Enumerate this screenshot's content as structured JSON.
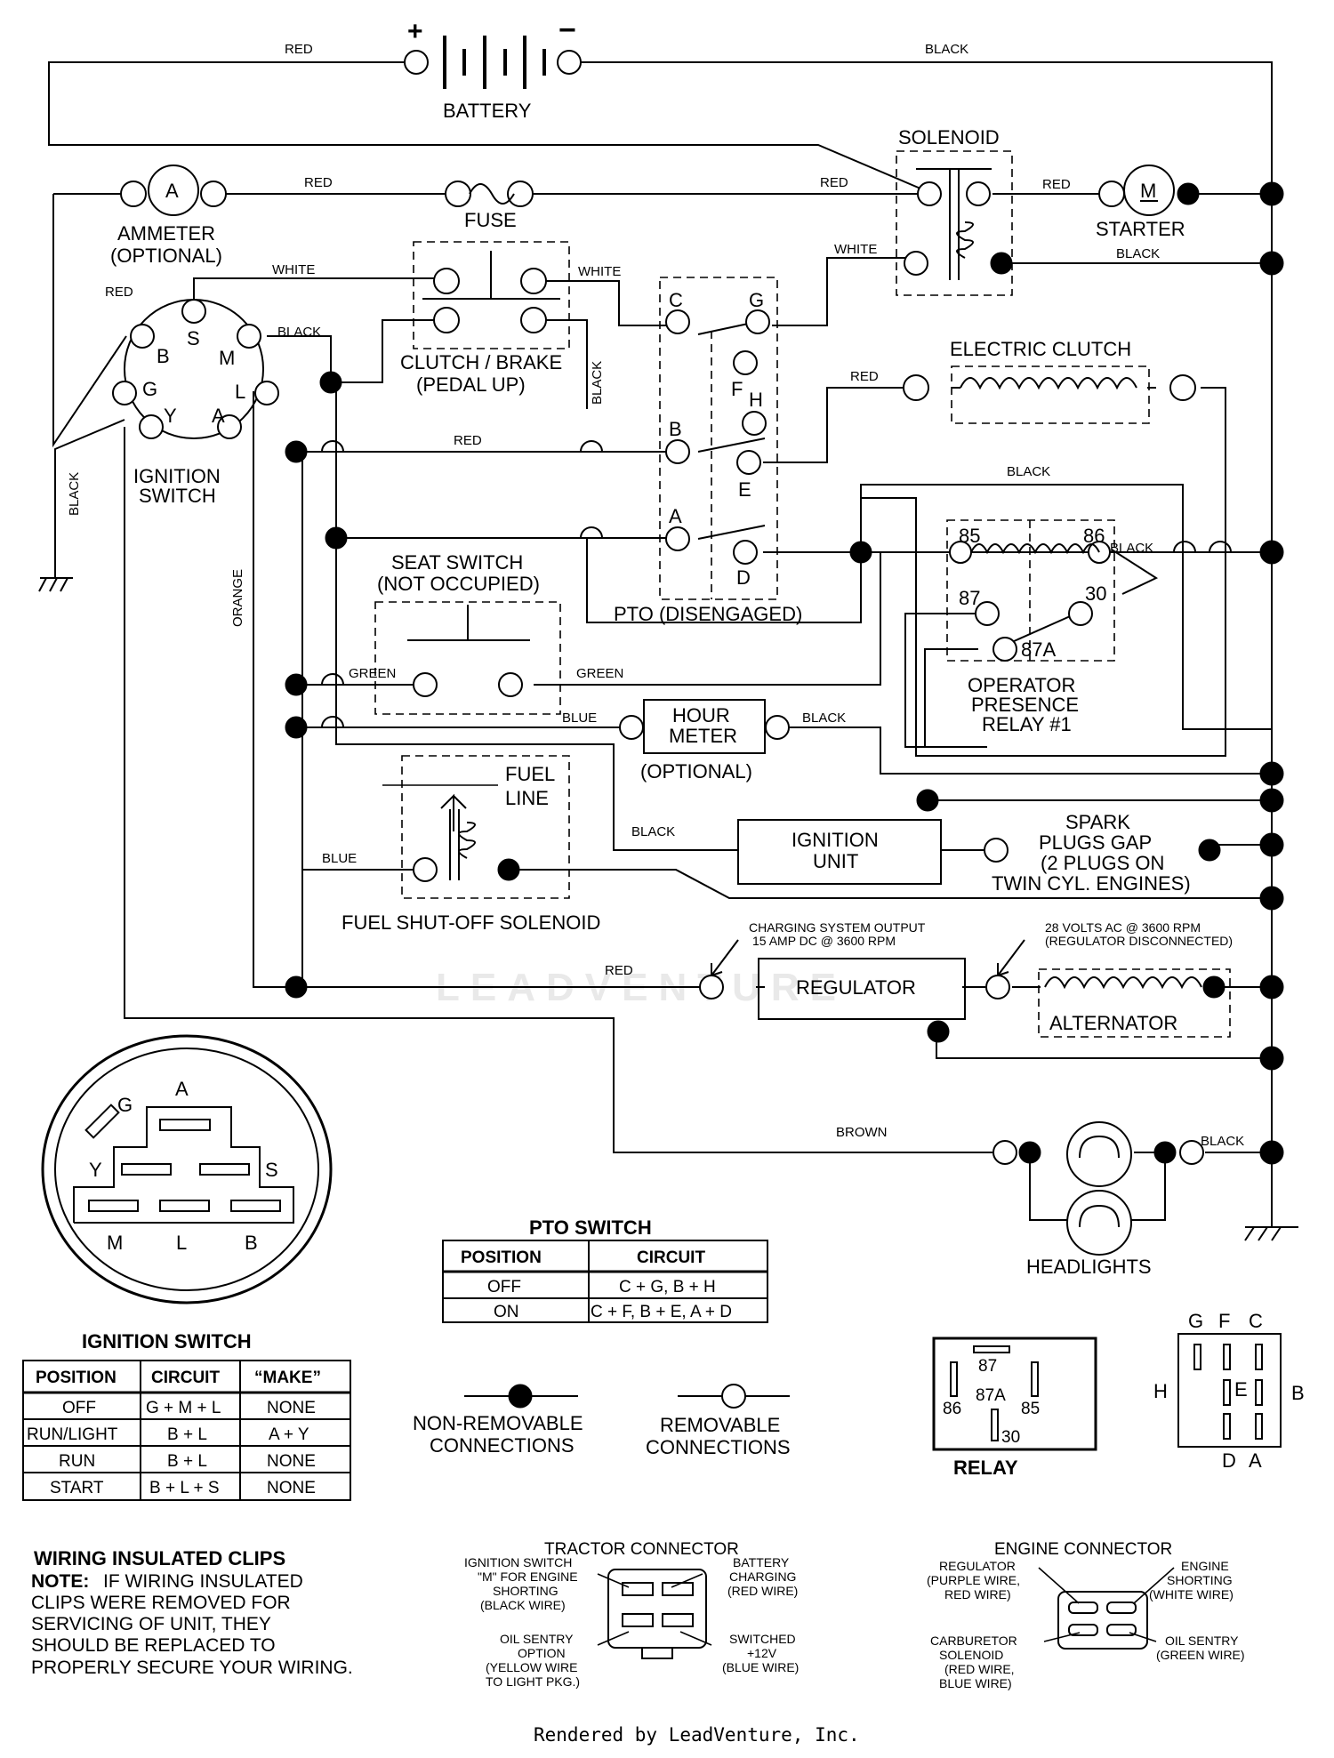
{
  "battery": {
    "label": "BATTERY",
    "plus": "+",
    "minus": "−"
  },
  "solenoid": {
    "label": "SOLENOID"
  },
  "ammeter": {
    "label": "AMMETER",
    "note": "(OPTIONAL)",
    "symbol": "A"
  },
  "fuse": {
    "label": "FUSE"
  },
  "starter": {
    "label": "STARTER",
    "symbol": "M"
  },
  "clutch_brake": {
    "label": "CLUTCH / BRAKE",
    "note": "(PEDAL UP)"
  },
  "electric_clutch": {
    "label": "ELECTRIC CLUTCH"
  },
  "ignition_switch_device": {
    "label1": "IGNITION",
    "label2": "SWITCH",
    "terminals": [
      "B",
      "S",
      "M",
      "G",
      "L",
      "Y",
      "A"
    ]
  },
  "pto": {
    "label": "PTO (DISENGAGED)",
    "terminals": [
      "C",
      "G",
      "F",
      "H",
      "B",
      "E",
      "A",
      "D"
    ]
  },
  "seat_switch": {
    "label": "SEAT SWITCH",
    "note": "(NOT OCCUPIED)"
  },
  "relay_device": {
    "label1": "OPERATOR",
    "label2": "PRESENCE",
    "label3": "RELAY #1",
    "terminals": [
      "85",
      "86",
      "87",
      "30",
      "87A"
    ]
  },
  "hour_meter": {
    "label1": "HOUR",
    "label2": "METER",
    "note": "(OPTIONAL)"
  },
  "fuel_solenoid": {
    "fuel": "FUEL",
    "line": "LINE",
    "label": "FUEL SHUT-OFF SOLENOID"
  },
  "ignition_unit": {
    "label1": "IGNITION",
    "label2": "UNIT"
  },
  "spark": {
    "l1": "SPARK",
    "l2": "PLUGS GAP",
    "l3": "(2 PLUGS ON",
    "l4": "TWIN CYL. ENGINES)"
  },
  "regulator": {
    "label": "REGULATOR",
    "out1": "CHARGING SYSTEM OUTPUT",
    "out2": "15 AMP DC @ 3600 RPM",
    "in1": "28 VOLTS AC @ 3600 RPM",
    "in2": "(REGULATOR DISCONNECTED)"
  },
  "alternator": {
    "label": "ALTERNATOR"
  },
  "headlights": {
    "label": "HEADLIGHTS"
  },
  "wires": {
    "red": "RED",
    "black": "BLACK",
    "white": "WHITE",
    "green": "GREEN",
    "blue": "BLUE",
    "orange": "ORANGE",
    "brown": "BROWN"
  },
  "ign_face": {
    "terminals": [
      "G",
      "A",
      "Y",
      "S",
      "M",
      "L",
      "B"
    ]
  },
  "pto_table": {
    "title": "PTO SWITCH",
    "headers": [
      "POSITION",
      "CIRCUIT"
    ],
    "rows": [
      [
        "OFF",
        "C + G, B + H"
      ],
      [
        "ON",
        "C + F, B + E, A + D"
      ]
    ]
  },
  "ign_table": {
    "title": "IGNITION SWITCH",
    "headers": [
      "POSITION",
      "CIRCUIT",
      "“MAKE”"
    ],
    "rows": [
      [
        "OFF",
        "G + M + L",
        "NONE"
      ],
      [
        "RUN/LIGHT",
        "B + L",
        "A + Y"
      ],
      [
        "RUN",
        "B + L",
        "NONE"
      ],
      [
        "START",
        "B + L + S",
        "NONE"
      ]
    ]
  },
  "legend": {
    "nonrem1": "NON-REMOVABLE",
    "nonrem2": "CONNECTIONS",
    "rem1": "REMOVABLE",
    "rem2": "CONNECTIONS"
  },
  "relay_pin": {
    "title": "RELAY",
    "pins": [
      "87",
      "87A",
      "86",
      "85",
      "30"
    ]
  },
  "pto_pin": {
    "top": [
      "G",
      "F",
      "C"
    ],
    "left": "H",
    "center": "E",
    "right": "B",
    "bottom": [
      "D",
      "A"
    ]
  },
  "clips": {
    "title": "WIRING INSULATED CLIPS",
    "note_label": "NOTE:",
    "l1": "IF WIRING INSULATED",
    "l2": "CLIPS WERE REMOVED FOR",
    "l3": "SERVICING OF UNIT, THEY",
    "l4": "SHOULD BE REPLACED TO",
    "l5": "PROPERLY SECURE YOUR WIRING."
  },
  "tractor_connector": {
    "title": "TRACTOR CONNECTOR",
    "tl": [
      "IGNITION SWITCH",
      "\"M\" FOR ENGINE",
      "SHORTING",
      "(BLACK WIRE)"
    ],
    "tr": [
      "BATTERY",
      "CHARGING",
      "(RED WIRE)"
    ],
    "bl": [
      "OIL SENTRY",
      "OPTION",
      "(YELLOW WIRE",
      "TO LIGHT PKG.)"
    ],
    "br": [
      "SWITCHED",
      "+12V",
      "(BLUE WIRE)"
    ]
  },
  "engine_connector": {
    "title": "ENGINE CONNECTOR",
    "tl": [
      "REGULATOR",
      "(PURPLE WIRE,",
      "RED WIRE)"
    ],
    "tr": [
      "ENGINE",
      "SHORTING",
      "(WHITE WIRE)"
    ],
    "bl": [
      "CARBURETOR",
      "SOLENOID",
      "(RED WIRE,",
      "BLUE WIRE)"
    ],
    "br": [
      "OIL SENTRY",
      "(GREEN WIRE)"
    ]
  },
  "watermark": "LEADVENTURE",
  "footer": "Rendered by LeadVenture, Inc."
}
